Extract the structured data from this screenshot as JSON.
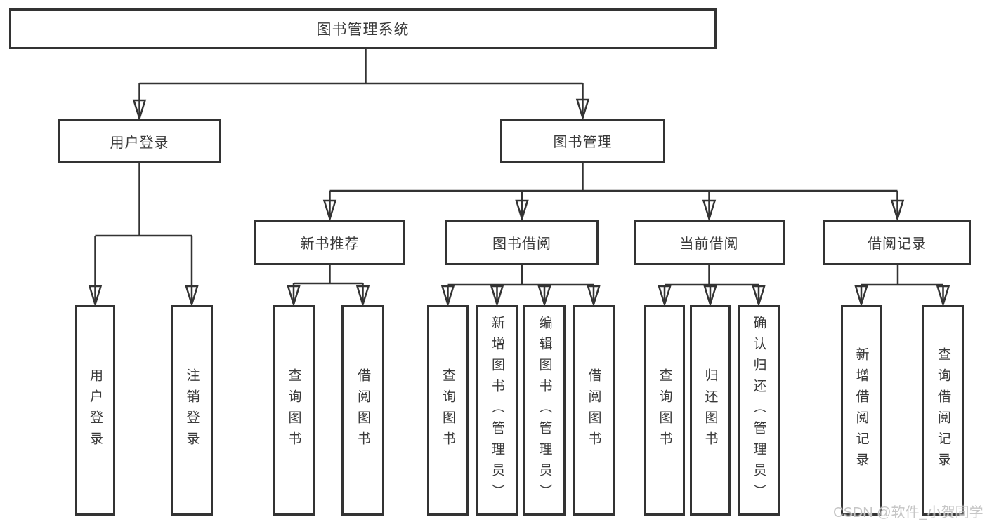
{
  "diagram": {
    "root": {
      "label": "图书管理系统"
    },
    "level2": [
      {
        "label": "用户登录"
      },
      {
        "label": "图书管理"
      }
    ],
    "level3": [
      {
        "label": "新书推荐"
      },
      {
        "label": "图书借阅"
      },
      {
        "label": "当前借阅"
      },
      {
        "label": "借阅记录"
      }
    ],
    "leaves": {
      "user_login": [
        "用户登录",
        "注销登录"
      ],
      "new_book": [
        "查询图书",
        "借阅图书"
      ],
      "book_borrow": [
        "查询图书",
        "新增图书（管理员）",
        "编辑图书（管理员）",
        "借阅图书"
      ],
      "current_borrow": [
        "查询图书",
        "归还图书",
        "确认归还（管理员）"
      ],
      "borrow_records": [
        "新增借阅记录",
        "查询借阅记录"
      ]
    },
    "colors": {
      "line": "#333333",
      "border": "#333333",
      "text": "#3a3a3a",
      "watermark": "#c6c6c6",
      "background": "#ffffff"
    }
  },
  "watermark": {
    "text": "CSDN @软件_小贺同学"
  }
}
